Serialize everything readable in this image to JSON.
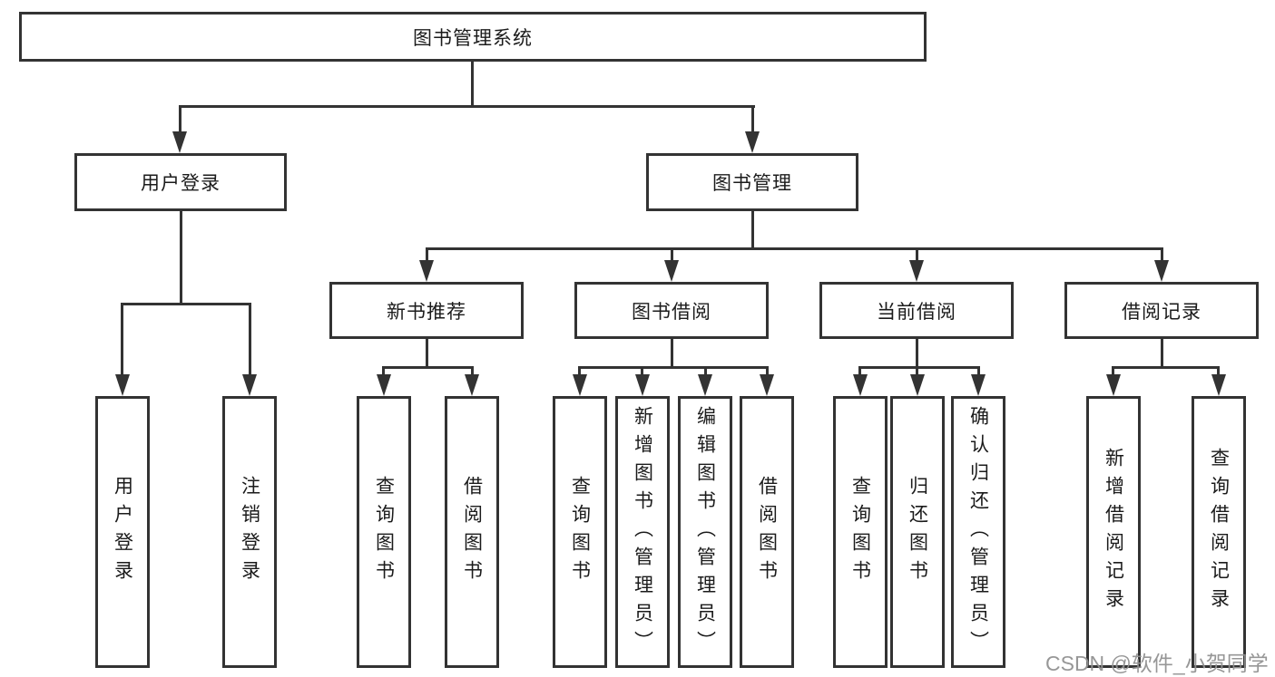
{
  "diagram": {
    "title_node": {
      "label": "图书管理系统"
    },
    "level2": [
      {
        "id": "user-login",
        "label": "用户登录"
      },
      {
        "id": "book-management",
        "label": "图书管理"
      }
    ],
    "level3": [
      {
        "id": "new-book-recommend",
        "label": "新书推荐"
      },
      {
        "id": "book-borrowing",
        "label": "图书借阅"
      },
      {
        "id": "current-borrowing",
        "label": "当前借阅"
      },
      {
        "id": "borrowing-records",
        "label": "借阅记录"
      }
    ],
    "leaves": [
      {
        "id": "user-login-leaf",
        "parent": "user-login",
        "label": "用户登录"
      },
      {
        "id": "logout",
        "parent": "user-login",
        "label": "注销登录"
      },
      {
        "id": "nb-query-books",
        "parent": "new-book-recommend",
        "label": "查询图书"
      },
      {
        "id": "nb-borrow-books",
        "parent": "new-book-recommend",
        "label": "借阅图书"
      },
      {
        "id": "bb-query-books",
        "parent": "book-borrowing",
        "label": "查询图书"
      },
      {
        "id": "bb-add-books-admin",
        "parent": "book-borrowing",
        "label": "新增图书（管理员）"
      },
      {
        "id": "bb-edit-books-admin",
        "parent": "book-borrowing",
        "label": "编辑图书（管理员）"
      },
      {
        "id": "bb-borrow-books",
        "parent": "book-borrowing",
        "label": "借阅图书"
      },
      {
        "id": "cb-query-books",
        "parent": "current-borrowing",
        "label": "查询图书"
      },
      {
        "id": "cb-return-books",
        "parent": "current-borrowing",
        "label": "归还图书"
      },
      {
        "id": "cb-confirm-return-admin",
        "parent": "current-borrowing",
        "label": "确认归还（管理员）"
      },
      {
        "id": "br-add-record",
        "parent": "borrowing-records",
        "label": "新增借阅记录"
      },
      {
        "id": "br-query-record",
        "parent": "borrowing-records",
        "label": "查询借阅记录"
      }
    ],
    "colors": {
      "line": "#333333",
      "box_border": "#333333",
      "text": "#1b1b1b",
      "background": "#ffffff",
      "watermark": "#919191"
    }
  },
  "watermark": {
    "text": "CSDN @软件_小贺同学"
  }
}
